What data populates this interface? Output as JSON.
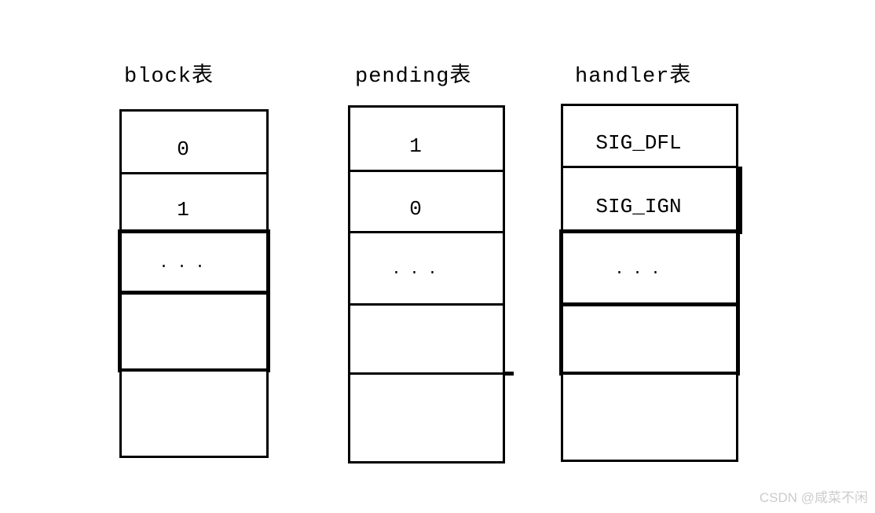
{
  "diagram": {
    "tables": [
      {
        "title": "block表",
        "cells": [
          "0",
          "1",
          "...",
          "",
          ""
        ]
      },
      {
        "title": "pending表",
        "cells": [
          "1",
          "0",
          "...",
          "",
          ""
        ]
      },
      {
        "title": "handler表",
        "cells": [
          "SIG_DFL",
          "SIG_IGN",
          "...",
          "",
          ""
        ]
      }
    ]
  },
  "watermark": "CSDN @咸菜不闲",
  "colors": {
    "line": "#000000",
    "background": "#ffffff",
    "watermark": "#cccccc"
  }
}
